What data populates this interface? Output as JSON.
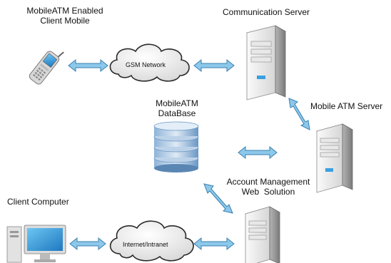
{
  "labels": {
    "mobile_client": [
      "MobileATM Enabled",
      "Client Mobile"
    ],
    "communication_server": "Communication Server",
    "gsm_network": "GSM Network",
    "mobile_atm_server": "Mobile ATM Server",
    "database": [
      "MobileATM",
      "DataBase"
    ],
    "account_management": [
      "Account Management",
      "Web  Solution"
    ],
    "client_computer": "Client Computer",
    "internet": "Internet/Intranet"
  },
  "colors": {
    "arrow": "#5fa8d3",
    "arrow_outline": "#3a7fb0",
    "server_body": "#e6e6e6",
    "server_side": "#9a9a9a",
    "screen_blue": "#2f8fd0",
    "db_blue": "#5d8fc0"
  }
}
